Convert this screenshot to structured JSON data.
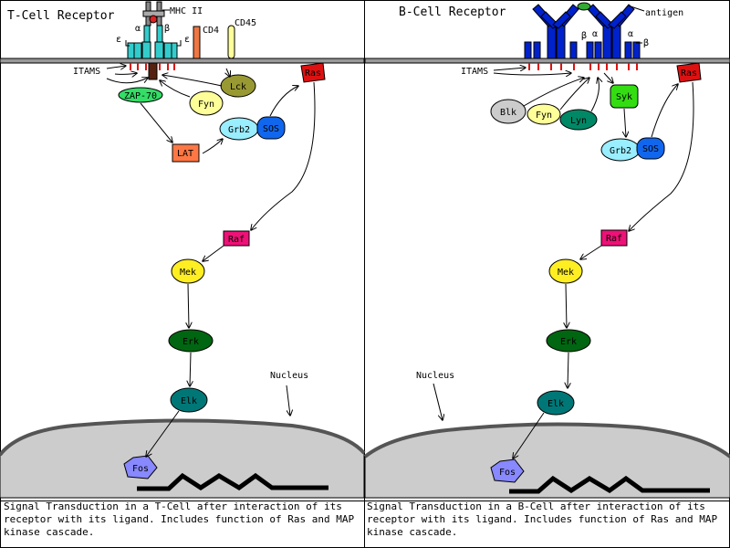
{
  "t_panel": {
    "title": "T-Cell Receptor",
    "labels": {
      "mhc": "MHC II",
      "cd4": "CD4",
      "cd45": "CD45",
      "alpha": "α",
      "beta": "β",
      "epsilon": "ε",
      "itams": "ITAMS",
      "nucleus": "Nucleus"
    },
    "molecules": {
      "zap70": "ZAP-70",
      "fyn": "Fyn",
      "lck": "Lck",
      "lat": "LAT",
      "grb2": "Grb2",
      "sos": "SOS",
      "ras": "Ras",
      "raf": "Raf",
      "mek": "Mek",
      "erk": "Erk",
      "elk": "Elk",
      "fos": "Fos"
    },
    "caption": "Signal Transduction in a T-Cell after interaction of its receptor with its ligand. Includes function of Ras and MAP kinase cascade."
  },
  "b_panel": {
    "title": "B-Cell Receptor",
    "labels": {
      "antigen": "antigen",
      "alpha": "α",
      "beta": "β",
      "itams": "ITAMS",
      "nucleus": "Nucleus"
    },
    "molecules": {
      "blk": "Blk",
      "fyn": "Fyn",
      "lyn": "Lyn",
      "syk": "Syk",
      "grb2": "Grb2",
      "sos": "SOS",
      "ras": "Ras",
      "raf": "Raf",
      "mek": "Mek",
      "erk": "Erk",
      "elk": "Elk",
      "fos": "Fos"
    },
    "caption": "Signal Transduction in a B-Cell after interaction of its receptor with its ligand. Includes function of Ras and MAP kinase cascade."
  },
  "colors": {
    "membrane": "#999999",
    "nucleus": "#cccccc",
    "receptor_cyan": "#33cccc",
    "bcr_blue": "#0022cc",
    "zap70": "#33dd66",
    "fyn": "#ffff99",
    "lck": "#999933",
    "lat": "#ff7744",
    "grb2": "#99eeff",
    "sos": "#1166ee",
    "ras": "#dd1111",
    "raf": "#ee1177",
    "mek": "#ffee22",
    "erk": "#006611",
    "elk": "#007777",
    "fos": "#8888ff",
    "blk": "#cccccc",
    "lyn": "#008866",
    "syk": "#33dd11",
    "antigen": "#33aa33",
    "cd4": "#ee7744",
    "cd45": "#ffff99"
  }
}
